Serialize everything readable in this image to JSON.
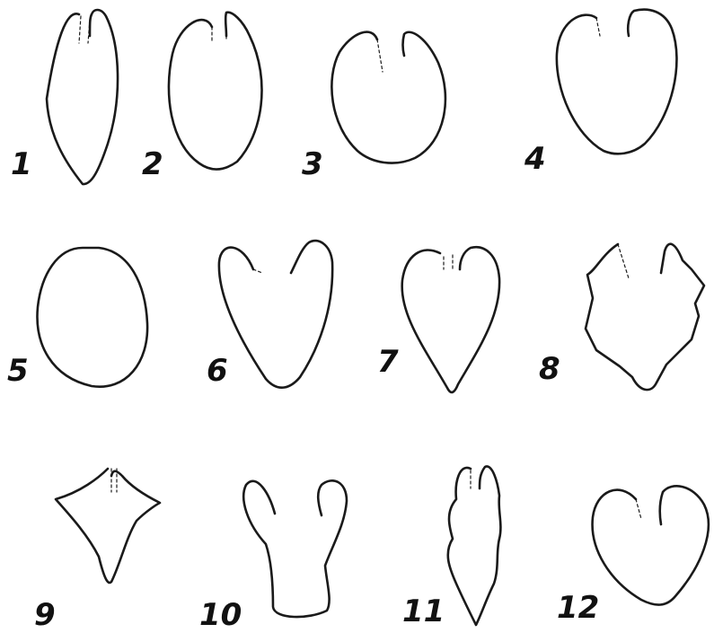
{
  "figures": [
    {
      "label": "1",
      "shape": "narrow elliptic petal"
    },
    {
      "label": "2",
      "shape": "elliptic petal"
    },
    {
      "label": "3",
      "shape": "orbicular petal"
    },
    {
      "label": "4",
      "shape": "obcordate petal"
    },
    {
      "label": "5",
      "shape": "ovate petal"
    },
    {
      "label": "6",
      "shape": "deeply notched obcordate petal"
    },
    {
      "label": "7",
      "shape": "cordate-acute petal"
    },
    {
      "label": "8",
      "shape": "lobed cordate petal"
    },
    {
      "label": "9",
      "shape": "rhomboid petal"
    },
    {
      "label": "10",
      "shape": "bilobed clawed petal"
    },
    {
      "label": "11",
      "shape": "narrow sinuate petal"
    },
    {
      "label": "12",
      "shape": "cordate petal"
    }
  ]
}
